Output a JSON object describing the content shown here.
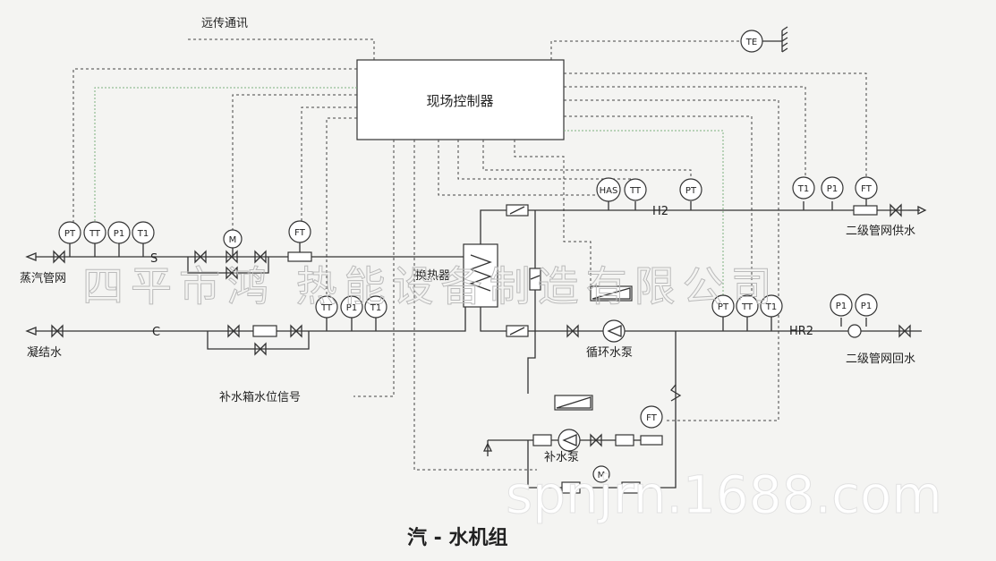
{
  "controller": {
    "label": "现场控制器"
  },
  "remote_comm": "远传通讯",
  "te": "TE",
  "instruments": {
    "pt": "PT",
    "tt": "TT",
    "pi": "P1",
    "ti": "T1",
    "ft": "FT",
    "has": "HAS",
    "m": "M"
  },
  "labels": {
    "steam_net": "蒸汽管网",
    "condensate": "凝结水",
    "s": "S",
    "c": "C",
    "heat_exchanger": "换热器",
    "h2": "H2",
    "hr2": "HR2",
    "supply": "二级管网供水",
    "return": "二级管网回水",
    "circ_pump": "循环水泵",
    "makeup_pump": "补水泵",
    "tank_signal": "补水箱水位信号"
  },
  "title": "汽 - 水机组",
  "watermark": {
    "company": "四平市鸿 热能设备制造有限公司",
    "site": "spnjrn.1688.com"
  }
}
